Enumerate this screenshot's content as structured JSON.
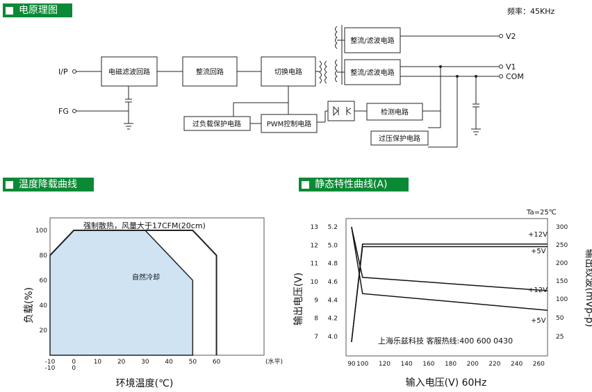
{
  "sections": {
    "schematic": "电原理图",
    "derating": "温度降载曲线",
    "static": "静态特性曲线(A)"
  },
  "frequency": "频率：45KHz",
  "blocks": {
    "emi": "电磁滤波回路",
    "rect": "整流回路",
    "switch": "切换电路",
    "pwm": "PWM控制电路",
    "ovl": "过负载保护电路",
    "out2": "整流/滤波电路",
    "out1": "整流/滤波电路",
    "detect": "检测电路",
    "ovp": "过压保护电路"
  },
  "ports": {
    "ip": "I/P",
    "fg": "FG",
    "v2": "V2",
    "v1": "V1",
    "com": "COM"
  },
  "chart_data": [
    {
      "type": "area",
      "title": "",
      "annotation": "强制散热，风量大于17CFM(20cm)",
      "region_label": "自然冷却",
      "xlabel": "环境温度(℃)",
      "ylabel": "负载(%)",
      "x_axis_note": "(水平)",
      "x_ticks": [
        "-10",
        "0",
        "10",
        "20",
        "30",
        "40",
        "50",
        "60"
      ],
      "x_ticks_secondary": [
        "-10",
        "0"
      ],
      "y_ticks": [
        "20",
        "40",
        "60",
        "80",
        "100"
      ],
      "xlim": [
        -10,
        80
      ],
      "ylim": [
        0,
        110
      ],
      "series": [
        {
          "name": "自然冷却",
          "x": [
            -10,
            0,
            30,
            50,
            50
          ],
          "y": [
            80,
            100,
            100,
            60,
            0
          ]
        },
        {
          "name": "强制散热，风量大于17CFM(20cm)",
          "x": [
            -10,
            0,
            50,
            60,
            60
          ],
          "y": [
            80,
            100,
            100,
            80,
            0
          ]
        }
      ]
    },
    {
      "type": "line",
      "title": "",
      "ta": "Ta=25℃",
      "xlabel": "输入电压(V) 60Hz",
      "ylabel_left": "输出电压(V)",
      "ylabel_right": "输出纹波(mVp-p)",
      "watermark": "上海乐兹科技 客服热线:400 600 0430",
      "x_ticks": [
        "90",
        "100",
        "120",
        "140",
        "160",
        "180",
        "200",
        "220",
        "240",
        "260"
      ],
      "y_left_outer": [
        "13",
        "12",
        "11",
        "10",
        "9",
        "8",
        "7"
      ],
      "y_left_inner": [
        "5.2",
        "5.0",
        "4.8",
        "4.6",
        "4.4",
        "4.2",
        "4.0"
      ],
      "y_right": [
        "300",
        "250",
        "200",
        "150",
        "100",
        "50",
        "25"
      ],
      "xlim": [
        85,
        268
      ],
      "series": [
        {
          "name": "+12V",
          "axis": "voltage",
          "x": [
            90,
            100,
            268
          ],
          "y": [
            6.7,
            12.06,
            12.06
          ]
        },
        {
          "name": "+5V",
          "axis": "voltage",
          "x": [
            90,
            100,
            268
          ],
          "y": [
            6.7,
            11.92,
            11.92
          ]
        },
        {
          "name": "+12V",
          "axis": "ripple",
          "x": [
            90,
            100,
            268
          ],
          "y": [
            300,
            160,
            123
          ]
        },
        {
          "name": "+5V",
          "axis": "ripple",
          "x": [
            90,
            100,
            268
          ],
          "y": [
            300,
            115,
            70
          ]
        }
      ]
    }
  ]
}
